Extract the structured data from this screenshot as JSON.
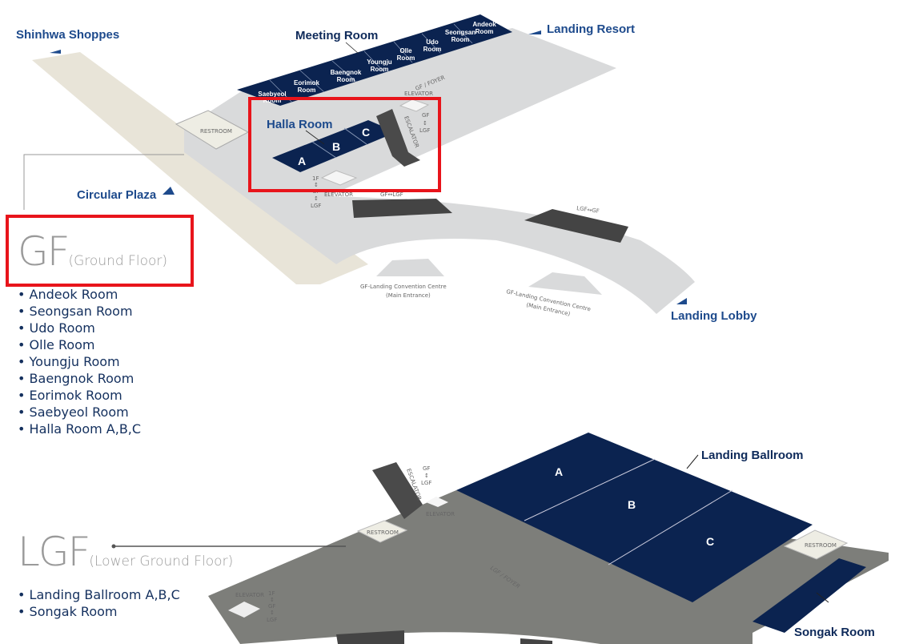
{
  "colors": {
    "navy": "#0b2350",
    "label": "#1d4a8c",
    "corridor": "#d9dadb",
    "plaza": "#e8e4d8",
    "lgf_floor": "#7d7e7a",
    "highlight": "#e8141b"
  },
  "gf_map": {
    "labels": {
      "shinhwa": "Shinhwa Shoppes",
      "meeting": "Meeting Room",
      "landing_resort": "Landing Resort",
      "halla": "Halla Room",
      "circular_plaza": "Circular Plaza",
      "landing_lobby": "Landing Lobby"
    },
    "meeting_rooms": [
      {
        "l1": "Saebyeol",
        "l2": "Room"
      },
      {
        "l1": "Eorimok",
        "l2": "Room"
      },
      {
        "l1": "Baengnok",
        "l2": "Room"
      },
      {
        "l1": "Youngju",
        "l2": "Room"
      },
      {
        "l1": "Olle",
        "l2": "Room"
      },
      {
        "l1": "Udo",
        "l2": "Room"
      },
      {
        "l1": "Seongsan",
        "l2": "Room"
      },
      {
        "l1": "Andeok",
        "l2": "Room"
      }
    ],
    "foyer": "GF / FOYER",
    "elevator": "ELEVATOR",
    "restroom": "RESTROOM",
    "escalator": "ESCALATOR",
    "halla_sections": [
      "A",
      "B",
      "C"
    ],
    "esc_floors": [
      "GF",
      "↕",
      "LGF"
    ],
    "elev_floors": [
      "1F",
      "↕",
      "GF",
      "↕",
      "LGF"
    ],
    "esc1": "GF↔LGF",
    "esc2": "LGF↔GF",
    "entrance1": [
      "GF-Landing Convention Centre",
      "(Main Entrance)"
    ],
    "entrance2": [
      "GF-Landing Convention Centre",
      "(Main Entrance)"
    ]
  },
  "gf_legend": {
    "title": "GF",
    "subtitle": "(Ground Floor)",
    "rooms": [
      "Andeok Room",
      "Seongsan Room",
      "Udo Room",
      "Olle Room",
      "Youngju Room",
      "Baengnok Room",
      "Eorimok Room",
      "Saebyeol Room",
      "Halla Room A,B,C"
    ]
  },
  "lgf_map": {
    "labels": {
      "ballroom": "Landing Ballroom",
      "songak": "Songak Room"
    },
    "ballroom_sections": [
      "A",
      "B",
      "C"
    ],
    "foyer": "LGF / FOYER",
    "escalator": "ESCALATOR",
    "esc_floors": [
      "GF",
      "↕",
      "LGF"
    ],
    "elevator": "ELEVATOR",
    "restroom": "RESTROOM",
    "elev_floors": [
      "1F",
      "↕",
      "GF",
      "↕",
      "LGF"
    ]
  },
  "lgf_legend": {
    "title": "LGF",
    "subtitle": "(Lower Ground Floor)",
    "rooms": [
      "Landing Ballroom A,B,C",
      "Songak Room"
    ]
  }
}
